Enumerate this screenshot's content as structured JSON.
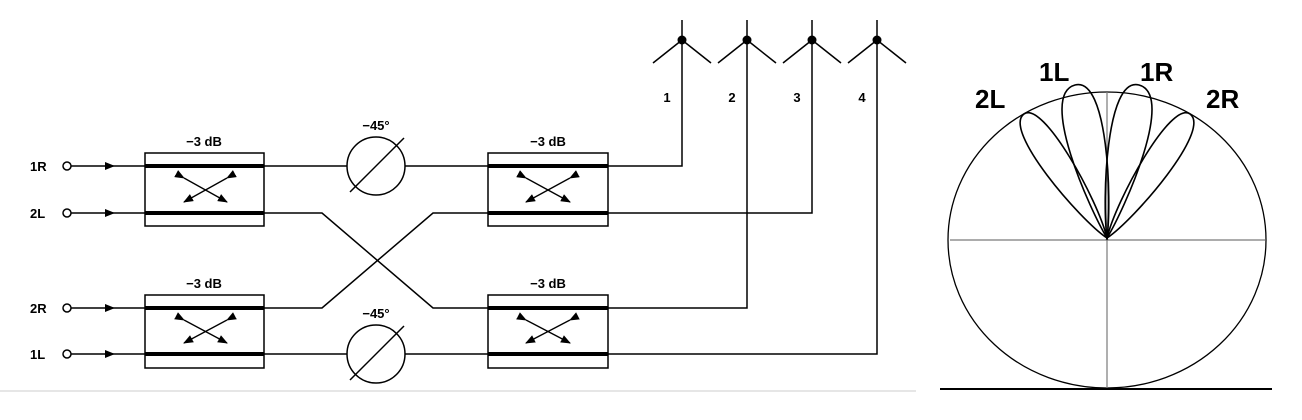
{
  "inputs": {
    "in_1R": "1R",
    "in_2L": "2L",
    "in_2R": "2R",
    "in_1L": "1L"
  },
  "couplers": {
    "c1": "−3 dB",
    "c2": "−3 dB",
    "c3": "−3 dB",
    "c4": "−3 dB"
  },
  "phase_shifters": {
    "p1": "−45°",
    "p2": "−45°"
  },
  "antennas": {
    "a1": "1",
    "a2": "2",
    "a3": "3",
    "a4": "4"
  },
  "beams": {
    "b_2L": "2L",
    "b_1L": "1L",
    "b_1R": "1R",
    "b_2R": "2R"
  }
}
